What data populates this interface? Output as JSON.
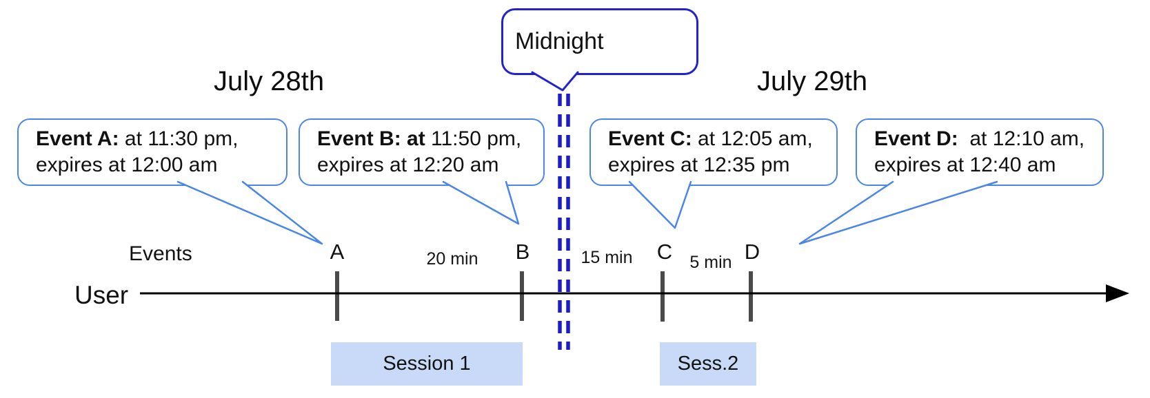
{
  "diagram": {
    "dates": {
      "left": "July 28th",
      "right": "July 29th"
    },
    "midnight": {
      "label": "Midnight"
    },
    "events": [
      {
        "letter": "A",
        "bold": "Event A:",
        "time": " at 11:30 pm,",
        "expiry": "expires at 12:00 am"
      },
      {
        "letter": "B",
        "bold": "Event B: at",
        "time": " 11:50 pm,",
        "expiry": "expires at 12:20 am"
      },
      {
        "letter": "C",
        "bold": "Event C:",
        "time": " at 12:05 am,",
        "expiry": "expires at 12:35 pm"
      },
      {
        "letter": "D",
        "bold": "Event D:",
        "time": "  at 12:10 am,",
        "expiry": "expires at 12:40 am"
      }
    ],
    "axis": {
      "events_label": "Events",
      "user_label": "User"
    },
    "intervals": [
      {
        "label": "20 min"
      },
      {
        "label": "15 min"
      },
      {
        "label": "5 min"
      }
    ],
    "sessions": [
      {
        "label": "Session 1"
      },
      {
        "label": "Sess.2"
      }
    ],
    "colors": {
      "event_bubble_border": "#4a86e8",
      "midnight_border": "#2222cf",
      "dashed_line": "#1b1bd0",
      "session_fill": "#c9daf8",
      "tick": "#4a4a4a",
      "axis": "#000000"
    }
  }
}
